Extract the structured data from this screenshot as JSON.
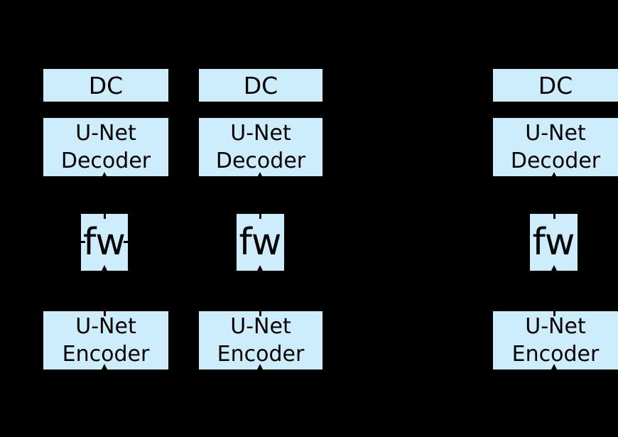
{
  "diagram": {
    "background_color": "#000000",
    "block_fill_color": "#cdedfc",
    "block_text_color": "#000000",
    "arrow_color": "#000000",
    "columns": [
      {
        "dc_label": "DC",
        "decoder_label_line1": "U-Net",
        "decoder_label_line2": "Decoder",
        "fw_label": "fw",
        "encoder_label_line1": "U-Net",
        "encoder_label_line2": "Encoder"
      },
      {
        "dc_label": "DC",
        "decoder_label_line1": "U-Net",
        "decoder_label_line2": "Decoder",
        "fw_label": "fw",
        "encoder_label_line1": "U-Net",
        "encoder_label_line2": "Encoder"
      },
      {
        "dc_label": "DC",
        "decoder_label_line1": "U-Net",
        "decoder_label_line2": "Decoder",
        "fw_label": "fw",
        "encoder_label_line1": "U-Net",
        "encoder_label_line2": "Encoder"
      }
    ]
  }
}
